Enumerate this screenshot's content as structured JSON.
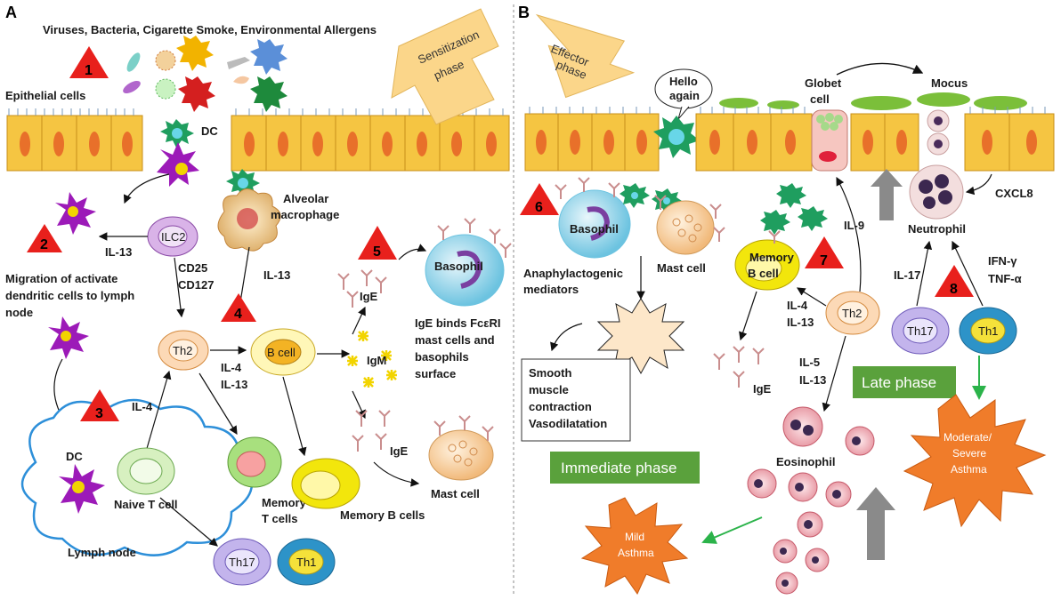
{
  "panels": {
    "a": "A",
    "b": "B"
  },
  "labels": {
    "triggers": "Viruses, Bacteria, Cigarette Smoke, Environmental Allergens",
    "epithelial": "Epithelial cells",
    "dc_top": "DC",
    "il13_left": "IL-13",
    "ilc2": "ILC2",
    "alveolar1": "Alveolar",
    "alveolar2": "macrophage",
    "cd25": "CD25",
    "cd127": "CD127",
    "il13_mac": "IL-13",
    "migration1": "Migration of activate",
    "migration2": "dendritic cells to lymph",
    "migration3": "node",
    "th2_a": "Th2",
    "bcell": "B cell",
    "il4_a": "IL-4",
    "il13_a": "IL-13",
    "il4_left": "IL-4",
    "ige_top": "IgE",
    "igm": "IgM",
    "ige_bind1": "IgE binds FcεRI",
    "ige_bind2": "mast cells and",
    "ige_bind3": "basophils",
    "ige_bind4": "surface",
    "basophil_a": "Basophil",
    "ige_bottom": "IgE",
    "mast_cell_a": "Mast cell",
    "dc_lymph": "DC",
    "naive_t": "Naive T cell",
    "memory_t1": "Memory",
    "memory_t2": "T cells",
    "memory_b": "Memory B cells",
    "lymph_node": "Lymph node",
    "th17_a": "Th17",
    "th1_a": "Th1",
    "sensitization1": "Sensitization",
    "sensitization2": "phase",
    "effector1": "Effector",
    "effector2": "phase",
    "hello1": "Hello",
    "hello2": "again",
    "globet1": "Globet",
    "globet2": "cell",
    "mocus": "Mocus",
    "cxcl8": "CXCL8",
    "basophil_b": "Basophil",
    "mast_cell_b": "Mast cell",
    "il9": "IL-9",
    "neutrophil": "Neutrophil",
    "memory_bcell1": "Memory",
    "memory_bcell2": "B cell",
    "anaph1": "Anaphylactogenic",
    "anaph2": "mediators",
    "il17": "IL-17",
    "ifn": "IFN-γ",
    "tnf": "TNF-α",
    "il4_b": "IL-4",
    "il13_b": "IL-13",
    "th2_b": "Th2",
    "th17_b": "Th17",
    "th1_b": "Th1",
    "smooth1": "Smooth",
    "smooth2": "muscle",
    "smooth3": "contraction",
    "smooth4": "Vasodilatation",
    "il5": "IL-5",
    "il13_eos": "IL-13",
    "ige_b": "IgE",
    "late_phase": "Late phase",
    "immediate_phase": "Immediate phase",
    "eosinophil": "Eosinophil",
    "mild1": "Mild",
    "mild2": "Asthma",
    "mod1": "Moderate/",
    "mod2": "Severe",
    "mod3": "Asthma"
  },
  "steps": [
    "1",
    "2",
    "3",
    "4",
    "5",
    "6",
    "7",
    "8"
  ],
  "colors": {
    "epithelium": "#f5c542",
    "nucleus": "#e8702a",
    "triangle": "#e8201c",
    "phase_box": "#5aa13c",
    "star": "#f07c2a",
    "phase_arrow": "#fbd68a"
  }
}
